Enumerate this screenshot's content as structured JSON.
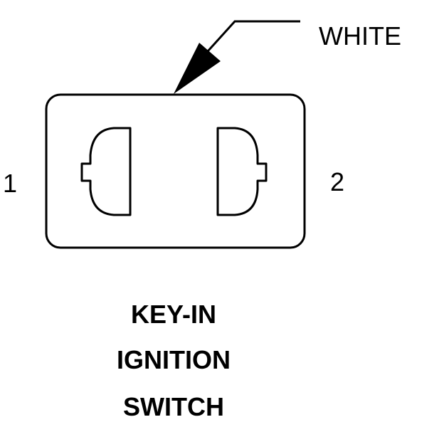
{
  "connector": {
    "wire_color_label": "WHITE",
    "pin_labels": [
      "1",
      "2"
    ],
    "title_lines": [
      "KEY-IN",
      "IGNITION",
      "SWITCH"
    ]
  }
}
